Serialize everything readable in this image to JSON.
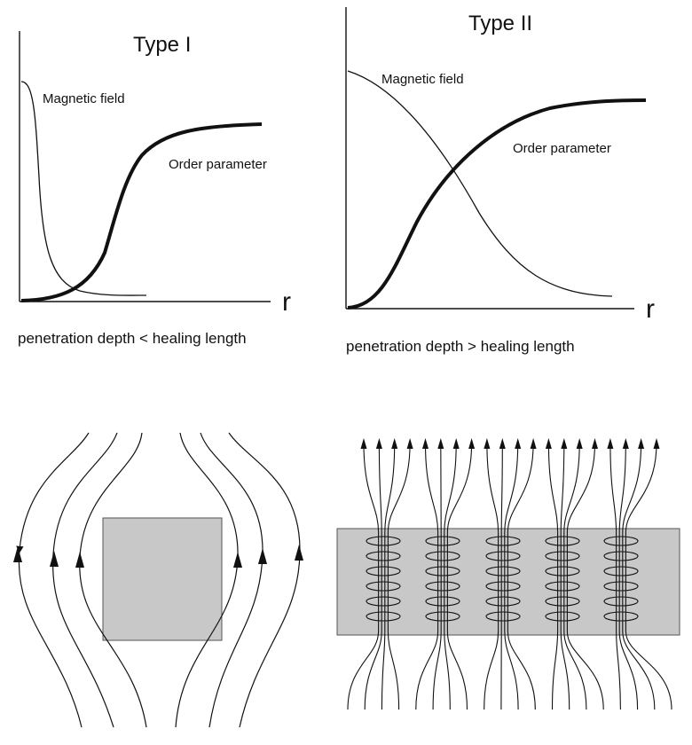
{
  "type1": {
    "title": "Type I",
    "field_label": "Magnetic field",
    "order_label": "Order parameter",
    "axis_label": "r",
    "caption": "penetration depth < healing length"
  },
  "type2": {
    "title": "Type II",
    "field_label": "Magnetic field",
    "order_label": "Order parameter",
    "axis_label": "r",
    "caption": "penetration depth > healing length"
  },
  "colors": {
    "ink": "#111111",
    "sample_fill": "#c8c8c8",
    "sample_stroke": "#555555",
    "background": "#ffffff"
  }
}
